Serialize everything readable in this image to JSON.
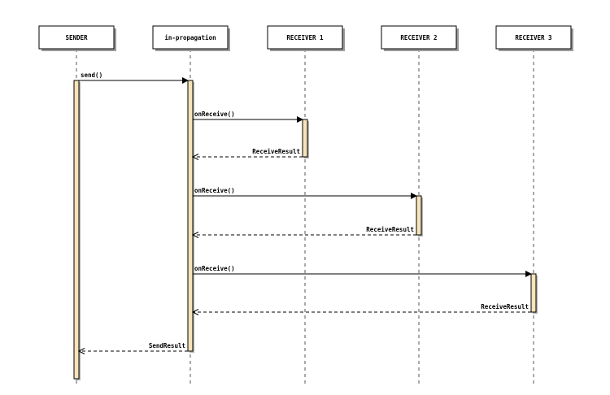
{
  "lifelines": [
    {
      "id": "sender",
      "label": "SENDER"
    },
    {
      "id": "in-propagation",
      "label": "in-propagation"
    },
    {
      "id": "receiver-1",
      "label": "RECEIVER 1"
    },
    {
      "id": "receiver-2",
      "label": "RECEIVER 2"
    },
    {
      "id": "receiver-3",
      "label": "RECEIVER 3"
    }
  ],
  "messages": [
    {
      "from": "sender",
      "to": "in-propagation",
      "label": "send()",
      "style": "solid"
    },
    {
      "from": "in-propagation",
      "to": "receiver-1",
      "label": "onReceive()",
      "style": "solid"
    },
    {
      "from": "receiver-1",
      "to": "in-propagation",
      "label": "ReceiveResult",
      "style": "dashed"
    },
    {
      "from": "in-propagation",
      "to": "receiver-2",
      "label": "onReceive()",
      "style": "solid"
    },
    {
      "from": "receiver-2",
      "to": "in-propagation",
      "label": "ReceiveResult",
      "style": "dashed"
    },
    {
      "from": "in-propagation",
      "to": "receiver-3",
      "label": "onReceive()",
      "style": "solid"
    },
    {
      "from": "receiver-3",
      "to": "in-propagation",
      "label": "ReceiveResult",
      "style": "dashed"
    },
    {
      "from": "in-propagation",
      "to": "sender",
      "label": "SendResult",
      "style": "dashed"
    }
  ]
}
